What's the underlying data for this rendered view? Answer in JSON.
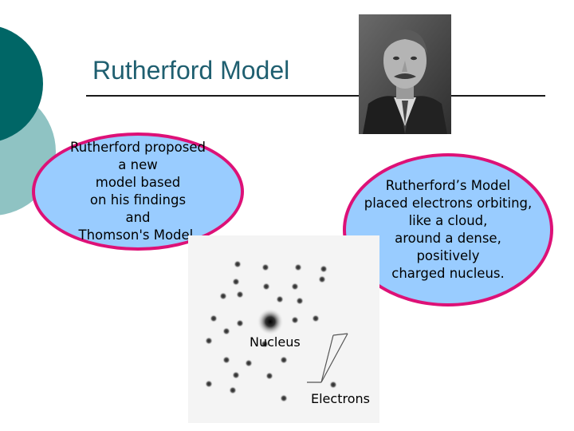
{
  "slide": {
    "title": "Rutherford Model",
    "bubble_left": "Rutherford proposed\na new\nmodel based\non his findings\nand\nThomson's Model.",
    "bubble_right": "Rutherford’s Model\nplaced electrons orbiting,\nlike a cloud,\naround a dense,\npositively\ncharged nucleus.",
    "label_nucleus": "Nucleus",
    "label_electrons": "Electrons"
  },
  "colors": {
    "title": "#1f5f70",
    "bubble_fill": "#99ccff",
    "bubble_border": "#dd1177",
    "deco_dark": "#006666",
    "deco_light": "#8fc3c3"
  }
}
